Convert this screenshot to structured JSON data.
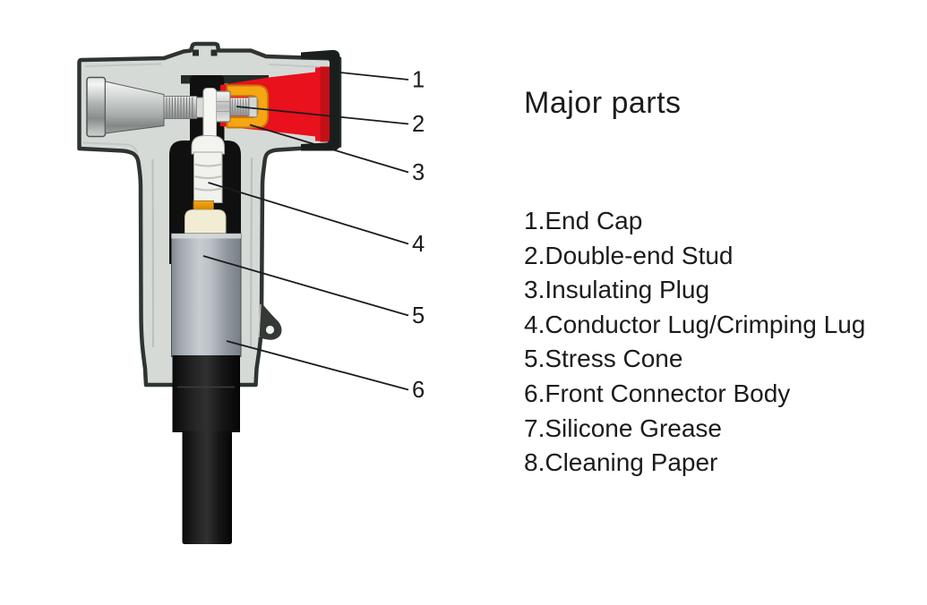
{
  "title": "Major parts",
  "parts_list": {
    "items": [
      "1.End Cap",
      "2.Double-end Stud",
      "3.Insulating Plug",
      "4.Conductor Lug/Crimping Lug",
      "5.Stress Cone",
      "6.Front Connector Body",
      "7.Silicone Grease",
      "8.Cleaning Paper"
    ]
  },
  "diagram": {
    "callout_labels": [
      "1",
      "2",
      "3",
      "4",
      "5",
      "6"
    ],
    "colors": {
      "body_gray": "#d6dad7",
      "outline": "#2e3531",
      "cavity_black": "#101010",
      "end_cap_red": "#e8111c",
      "end_cap_red_shade": "#c40f17",
      "plug_orange": "#f6a513",
      "cream": "#f1ecd3",
      "cable_black": "#111111"
    }
  }
}
